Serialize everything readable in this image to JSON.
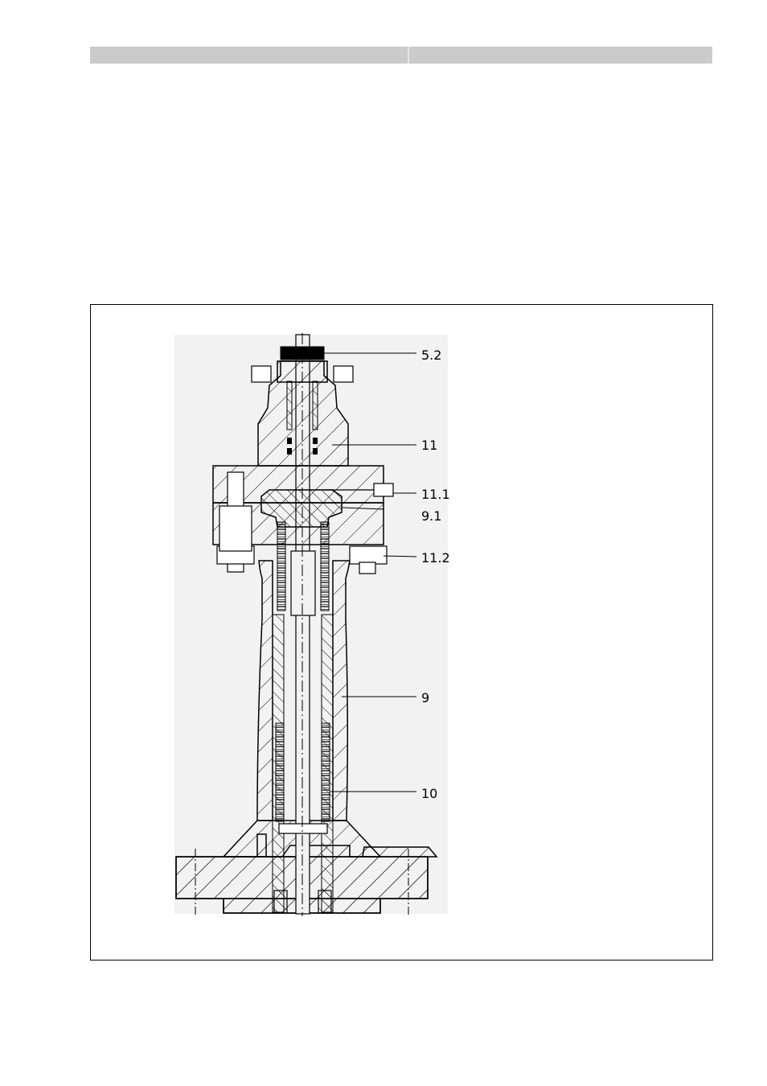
{
  "header": {
    "left_text": "",
    "right_text": ""
  },
  "figure": {
    "callouts": [
      {
        "id": "5.2",
        "label": "5.2"
      },
      {
        "id": "11",
        "label": "11"
      },
      {
        "id": "11.1",
        "label": "11.1"
      },
      {
        "id": "9.1",
        "label": "9.1"
      },
      {
        "id": "11.2",
        "label": "11.2"
      },
      {
        "id": "9",
        "label": "9"
      },
      {
        "id": "10",
        "label": "10"
      }
    ]
  }
}
